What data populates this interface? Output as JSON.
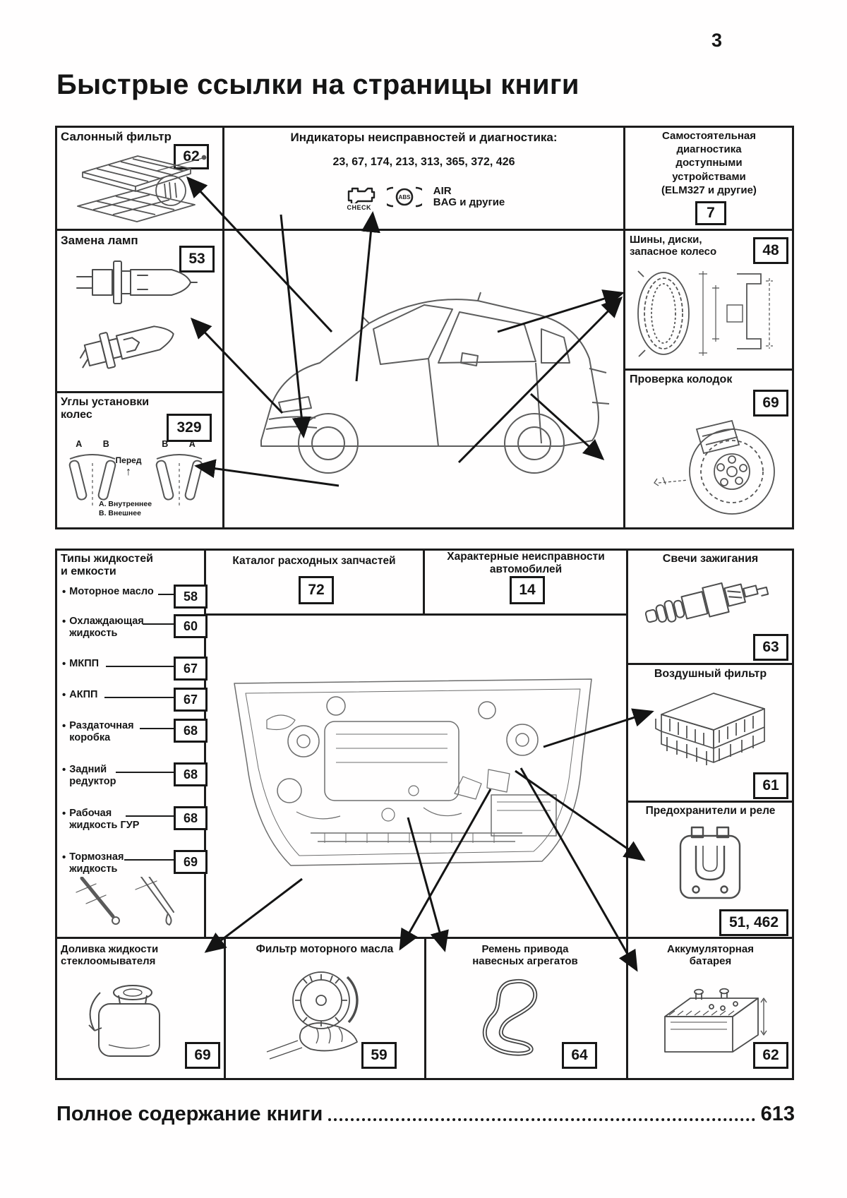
{
  "page": {
    "number": "3",
    "title": "Быстрые ссылки на страницы книги"
  },
  "footer": {
    "label": "Полное содержание книги",
    "page": "613"
  },
  "icons": {
    "check_engine": "CHECK",
    "abs": "ABS",
    "front_arrow": "↑",
    "bullet": "•"
  },
  "cells": {
    "cabin_filter": {
      "title": "Салонный фильтр",
      "page": "62"
    },
    "indicators": {
      "title": "Индикаторы неисправностей и диагностика:",
      "pages": "23, 67, 174, 213, 313, 365, 372, 426",
      "airbag_line1": "AIR",
      "airbag_line2": "BAG и другие"
    },
    "self_diagnostics": {
      "l1": "Самостоятельная",
      "l2": "диагностика",
      "l3": "доступными",
      "l4": "устройствами",
      "l5": "(ELM327 и другие)",
      "page": "7"
    },
    "lamps": {
      "title": "Замена ламп",
      "page": "53"
    },
    "tires": {
      "l1": "Шины, диски,",
      "l2": "запасное колесо",
      "page": "48"
    },
    "alignment": {
      "l1": "Углы установки",
      "l2": "колес",
      "page": "329",
      "front": "Перед",
      "left_pair": "А В",
      "right_pair": "В А",
      "legend1": "А. Внутреннее",
      "legend2": "В. Внешнее"
    },
    "brake_pads": {
      "title": "Проверка колодок",
      "page": "69"
    },
    "fluids": {
      "l1": "Типы жидкостей",
      "l2": "и емкости",
      "items": [
        {
          "l1": "Моторное масло",
          "l2": "",
          "page": "58"
        },
        {
          "l1": "Охлаждающая",
          "l2": "жидкость",
          "page": "60"
        },
        {
          "l1": "МКПП",
          "l2": "",
          "page": "67"
        },
        {
          "l1": "АКПП",
          "l2": "",
          "page": "67"
        },
        {
          "l1": "Раздаточная",
          "l2": "коробка",
          "page": "68"
        },
        {
          "l1": "Задний",
          "l2": "редуктор",
          "page": "68"
        },
        {
          "l1": "Рабочая",
          "l2": "жидкость ГУР",
          "page": "68"
        },
        {
          "l1": "Тормозная",
          "l2": "жидкость",
          "page": "69"
        }
      ]
    },
    "parts_catalog": {
      "title": "Каталог расходных запчастей",
      "page": "72"
    },
    "typical_faults": {
      "l1": "Характерные неисправности",
      "l2": "автомобилей",
      "page": "14"
    },
    "spark_plugs": {
      "title": "Свечи зажигания",
      "page": "63"
    },
    "air_filter": {
      "title": "Воздушный фильтр",
      "page": "61"
    },
    "fuses": {
      "title": "Предохранители и реле",
      "page": "51, 462"
    },
    "washer_fluid": {
      "l1": "Доливка жидкости",
      "l2": "стеклоомывателя",
      "page": "69"
    },
    "oil_filter": {
      "title": "Фильтр моторного масла",
      "page": "59"
    },
    "drive_belt": {
      "l1": "Ремень привода",
      "l2": "навесных агрегатов",
      "page": "64"
    },
    "battery": {
      "l1": "Аккумуляторная",
      "l2": "батарея",
      "page": "62"
    }
  }
}
